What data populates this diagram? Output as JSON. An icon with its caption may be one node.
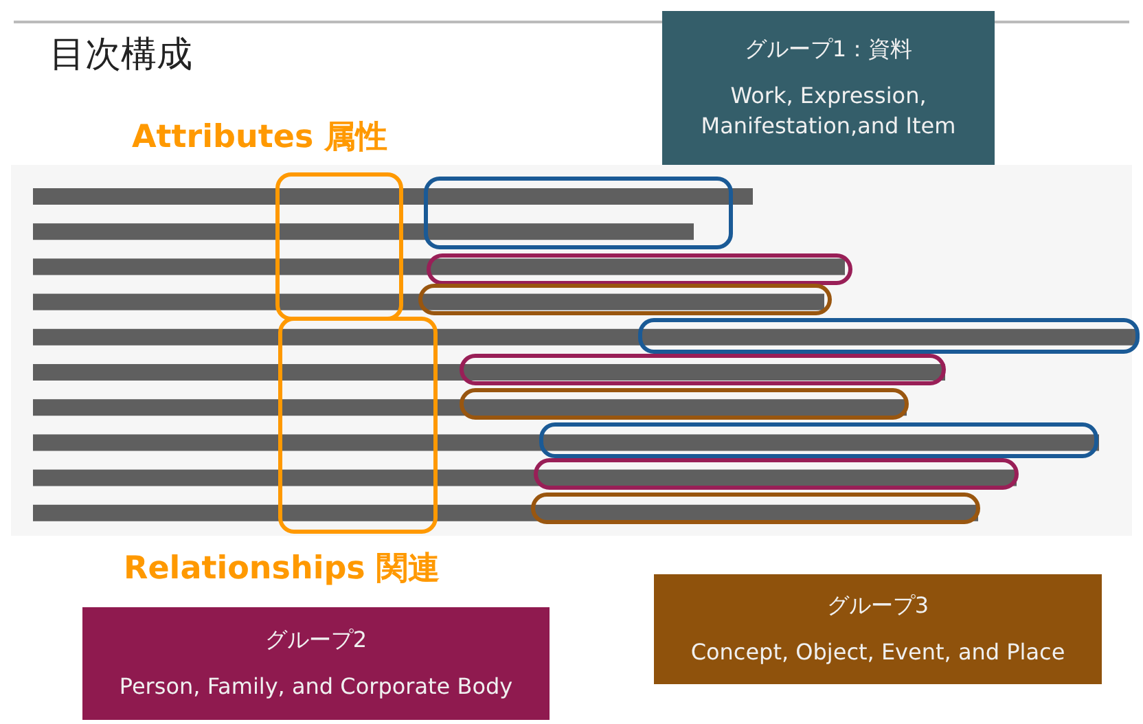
{
  "diagram": {
    "title": "目次構成",
    "nodes": [
      {
        "text": [
          "グループ1：資料",
          "Work, Expression, Manifestation,and Item"
        ]
      },
      {
        "text": [
          "グループ2",
          "Person, Family, and Corporate Body"
        ]
      },
      {
        "text": [
          "グループ3",
          "Concept, Object, Event, and Place"
        ]
      }
    ],
    "labels": [
      "Attributes 属性",
      "Relationships 関連"
    ]
  }
}
